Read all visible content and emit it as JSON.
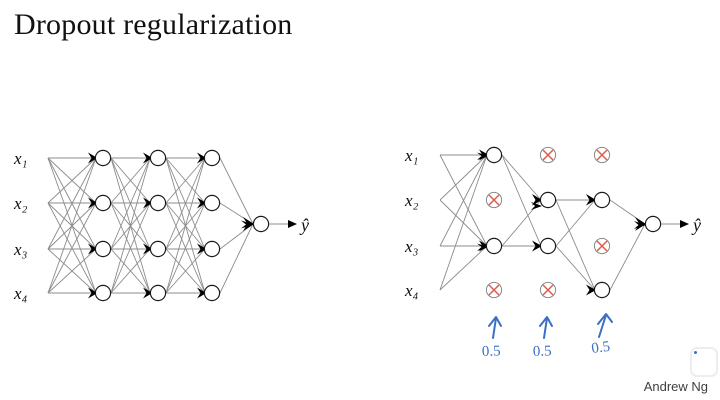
{
  "slide": {
    "title": "Dropout regularization",
    "attribution": "Andrew Ng",
    "background_color": "#ffffff",
    "text_color": "#111111"
  },
  "colors": {
    "node_stroke": "#1a1a1a",
    "node_fill": "#ffffff",
    "edge": "#8c8c8c",
    "arrowhead": "#000000",
    "dropped_circle": "#7f7f7f",
    "dropped_cross": "#e05a4a",
    "annotation_blue": "#3b6fc4"
  },
  "networks": [
    {
      "id": "full-network",
      "name": "full-network",
      "caption": "",
      "input_labels": [
        "x₁",
        "x₂",
        "x₃",
        "x₄"
      ],
      "input_label_text": [
        "x1",
        "x2",
        "x3",
        "x4"
      ],
      "output_label": "ŷ",
      "layer_count": 3,
      "nodes_per_layer": 4,
      "output_nodes": 1,
      "dropped": [],
      "fully_connected": true
    },
    {
      "id": "dropout-network",
      "name": "dropout-network",
      "caption": "",
      "input_labels": [
        "x₁",
        "x₂",
        "x₃",
        "x₄"
      ],
      "input_label_text": [
        "x1",
        "x2",
        "x3",
        "x4"
      ],
      "output_label": "ŷ",
      "layer_count": 3,
      "nodes_per_layer": 4,
      "output_nodes": 1,
      "kept": [
        [
          0,
          2
        ],
        [
          1,
          2
        ],
        [
          1,
          3
        ]
      ],
      "dropped": [
        [
          1,
          3
        ],
        [
          0,
          3
        ],
        [
          0,
          2
        ]
      ],
      "fully_connected": false
    }
  ],
  "annotations": {
    "keep_prob_labels": [
      "0.5",
      "0.5",
      "0.5"
    ],
    "arrow_symbol": "↑",
    "color": "#3b6fc4"
  }
}
